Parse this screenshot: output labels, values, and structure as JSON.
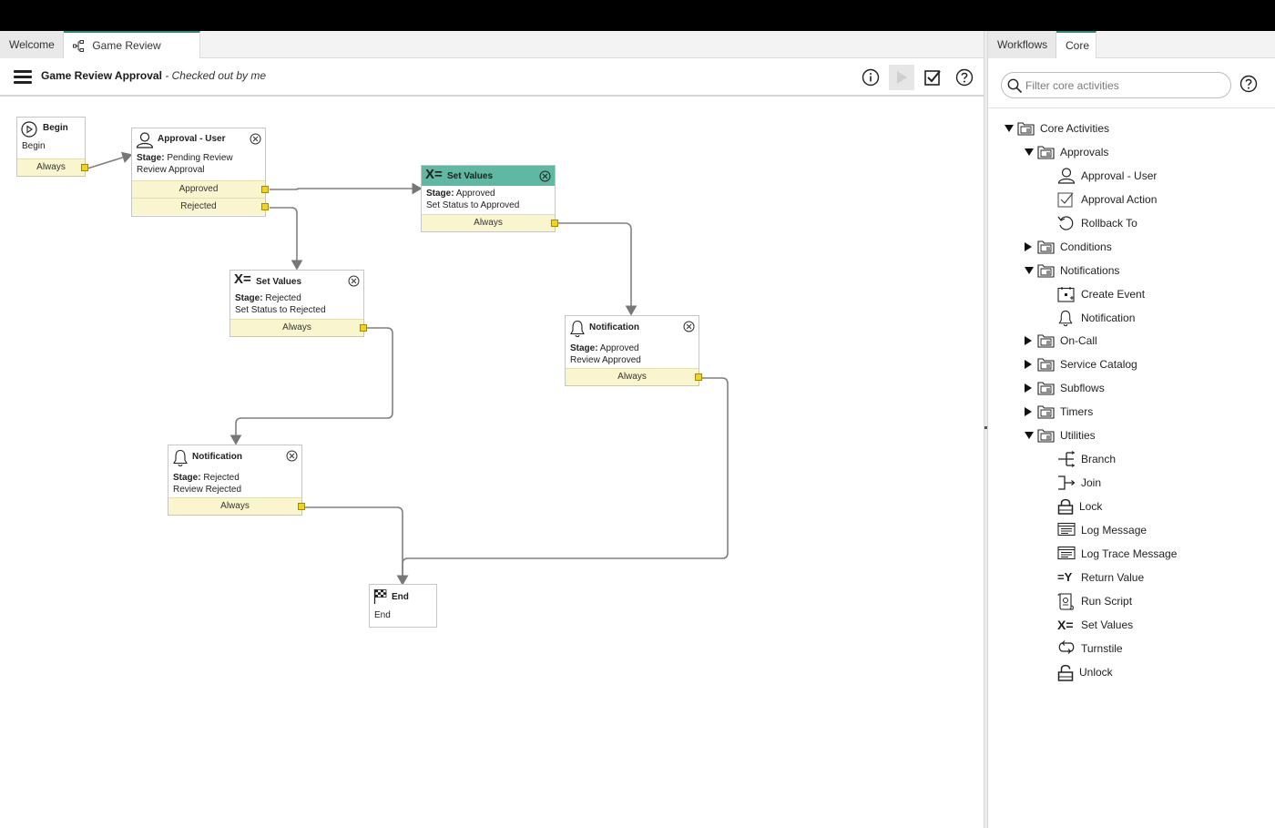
{
  "left_tabs": [
    {
      "label": "Welcome"
    },
    {
      "label": "Game Review Approval"
    }
  ],
  "header": {
    "title": "Game Review Approval",
    "status": " - Checked out by me"
  },
  "right_tabs": [
    {
      "label": "Workflows"
    },
    {
      "label": "Core"
    }
  ],
  "filter": {
    "placeholder": "Filter core activities"
  },
  "tree": {
    "core_activities": "Core Activities",
    "approvals": "Approvals",
    "approval_user": "Approval - User",
    "approval_action": "Approval Action",
    "rollback_to": "Rollback To",
    "conditions": "Conditions",
    "notifications": "Notifications",
    "create_event": "Create Event",
    "notification": "Notification",
    "on_call": "On-Call",
    "service_catalog": "Service Catalog",
    "subflows": "Subflows",
    "timers": "Timers",
    "utilities": "Utilities",
    "branch": "Branch",
    "join": "Join",
    "lock": "Lock",
    "log_message": "Log Message",
    "log_trace_message": "Log Trace Message",
    "return_value": "Return Value",
    "run_script": "Run Script",
    "set_values": "Set Values",
    "turnstile": "Turnstile",
    "unlock": "Unlock"
  },
  "nodes": {
    "begin": {
      "title": "Begin",
      "body": "Begin",
      "exit": "Always"
    },
    "approval_user": {
      "title": "Approval - User",
      "stage_label": "Stage:",
      "stage": " Pending Review",
      "desc": "Review Approval",
      "exit1": "Approved",
      "exit2": "Rejected"
    },
    "set_values_approved": {
      "title": "Set Values",
      "stage_label": "Stage:",
      "stage": " Approved",
      "desc": "Set Status to Approved",
      "exit": "Always"
    },
    "set_values_rejected": {
      "title": "Set Values",
      "stage_label": "Stage:",
      "stage": " Rejected",
      "desc": "Set Status to Rejected",
      "exit": "Always"
    },
    "notification_approved": {
      "title": "Notification",
      "stage_label": "Stage:",
      "stage": " Approved",
      "desc": "Review Approved",
      "exit": "Always"
    },
    "notification_rejected": {
      "title": "Notification",
      "stage_label": "Stage:",
      "stage": " Rejected",
      "desc": "Review Rejected",
      "exit": "Always"
    },
    "end": {
      "title": "End",
      "body": "End"
    }
  },
  "colors": {
    "accent": "#2e8b78",
    "active_node": "#5fb8a1",
    "exit_bg": "#f9f6cf",
    "port": "#f2d21a"
  }
}
